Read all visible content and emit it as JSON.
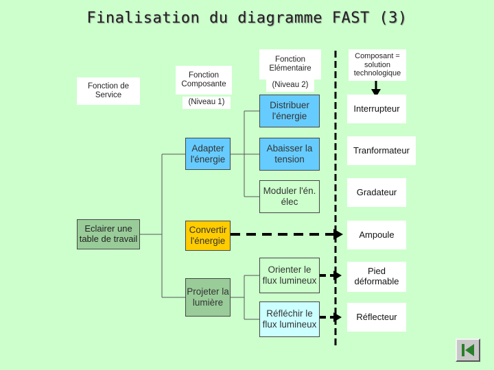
{
  "title": "Finalisation du diagramme FAST (3)",
  "headers": {
    "service": "Fonction de Service",
    "composante": "Fonction Composante",
    "niveau1": "(Niveau 1)",
    "elementaire": "Fonction Elémentaire",
    "niveau2": "(Niveau 2)",
    "composant": "Composant = solution technologique"
  },
  "service_function": "Eclairer une table de travail",
  "level1": [
    {
      "label": "Adapter l'énergie",
      "color": "#66ccff"
    },
    {
      "label": "Convertir l'énergie",
      "color": "#ffcc00"
    },
    {
      "label": "Projeter la lumière",
      "color": "#99cc99"
    }
  ],
  "level2": [
    {
      "label": "Distribuer l'énergie",
      "color": "#66ccff"
    },
    {
      "label": "Abaisser la tension",
      "color": "#66ccff"
    },
    {
      "label": "Moduler l'én. élec",
      "color": "#ccffcc"
    },
    {
      "label": "Orienter le flux lumineux",
      "color": "#ccffcc"
    },
    {
      "label": "Réfléchir le flux lumineux",
      "color": "#ccffff"
    }
  ],
  "components": [
    "Interrupteur",
    "Tranformateur",
    "Gradateur",
    "Ampoule",
    "Pied déformable",
    "Réflecteur"
  ],
  "colors": {
    "background": "#ccffcc",
    "service_box": "#99cc99",
    "arrow": "#000000"
  },
  "nav_icon": "skip-to-start-icon"
}
